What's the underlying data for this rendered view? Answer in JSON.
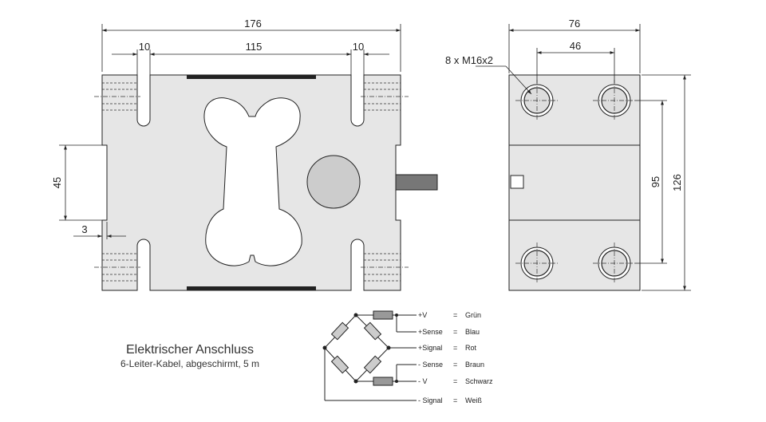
{
  "dimensions": {
    "overall_width": "176",
    "slot_left": "10",
    "center_span": "115",
    "slot_right": "10",
    "height_45": "45",
    "offset_3": "3",
    "side_width": "76",
    "hole_spacing": "46",
    "thread_callout": "8 x M16x2",
    "hole_vertical": "95",
    "overall_height": "126"
  },
  "connection": {
    "title": "Elektrischer Anschluss",
    "subtitle": "6-Leiter-Kabel, abgeschirmt, 5 m",
    "wires": [
      {
        "signal": "+V",
        "eq": "=",
        "color": "Grün"
      },
      {
        "signal": "+Sense",
        "eq": "=",
        "color": "Blau"
      },
      {
        "signal": "+Signal",
        "eq": "=",
        "color": "Rot"
      },
      {
        "signal": "- Sense",
        "eq": "=",
        "color": "Braun"
      },
      {
        "signal": "- V",
        "eq": "=",
        "color": "Schwarz"
      },
      {
        "signal": "- Signal",
        "eq": "=",
        "color": "Weiß"
      }
    ]
  },
  "colors": {
    "body_fill": "#e6e6e6",
    "cable_fill": "#777777",
    "sensor_disc": "#cccccc",
    "strip": "#222222"
  }
}
